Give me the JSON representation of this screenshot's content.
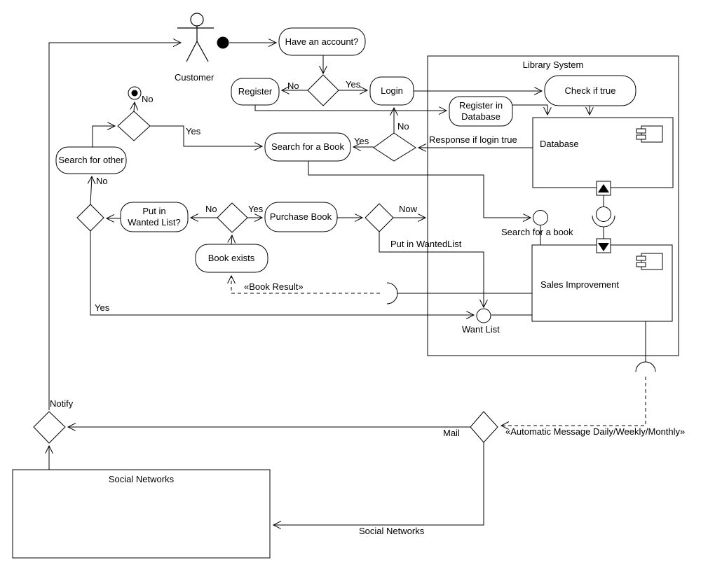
{
  "diagram": {
    "kind": "uml-activity-component-diagram",
    "background_color": "#ffffff",
    "line_color": "#000000"
  },
  "actor": {
    "label": "Customer"
  },
  "boundaries": {
    "library_system": {
      "label": "Library System"
    },
    "social_networks": {
      "label": "Social Networks"
    }
  },
  "actions": {
    "have_account": {
      "label": "Have an account?"
    },
    "register": {
      "label": "Register"
    },
    "login": {
      "label": "Login"
    },
    "check_if_true": {
      "label": "Check if true"
    },
    "register_in_database": {
      "line1": "Register in",
      "line2": "Database"
    },
    "search_for_a_book": {
      "label": "Search for a Book"
    },
    "search_for_other": {
      "label": "Search for other"
    },
    "put_in_wanted_list": {
      "line1": "Put in",
      "line2": "Wanted List?"
    },
    "purchase_book": {
      "label": "Purchase Book"
    },
    "book_exists": {
      "label": "Book exists"
    }
  },
  "components": {
    "database": {
      "label": "Database"
    },
    "sales_improvement": {
      "label": "Sales Improvement"
    }
  },
  "interfaces": {
    "search_for_a_book_port": {
      "label": "Search for a book"
    },
    "want_list_port": {
      "label": "Want List"
    }
  },
  "edge_labels": {
    "have_account_no": "No",
    "have_account_yes": "Yes",
    "login_check_no": "No",
    "login_check_yes": "Yes",
    "response_if_login_true": "Response if login true",
    "search_other_final_no": "No",
    "search_other_yes": "Yes",
    "search_again_no": "No",
    "wanted_yes": "Yes",
    "book_exists_no": "No",
    "book_exists_yes": "Yes",
    "purchase_now": "Now",
    "put_in_wantedlist": "Put in WantedList",
    "book_result": "«Book Result»",
    "automatic_message": "«Automatic Message Daily/Weekly/Monthly»",
    "mail": "Mail",
    "notify": "Notify",
    "social_networks_flow": "Social Networks"
  }
}
